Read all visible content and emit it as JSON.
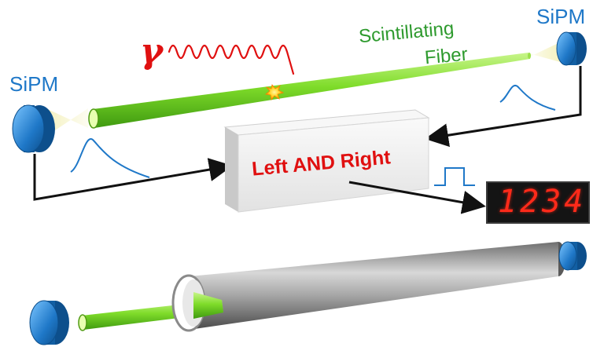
{
  "labels": {
    "sipm_left": "SiPM",
    "sipm_right": "SiPM",
    "fiber_line1": "Scintillating",
    "fiber_line2": "Fiber",
    "gamma": "γ",
    "logic_box": "Left AND Right",
    "counter": "1234"
  },
  "colors": {
    "sipm": "#1f78c8",
    "fiber": "#7fdc2a",
    "fiber_label": "#2e9a2e",
    "gamma": "#e01010",
    "logic_text": "#e01010",
    "counter_digits": "#ff2a1a",
    "counter_bg": "#141414",
    "tube": "#8a8a8a"
  },
  "icons": {
    "gamma_wave": "wavy-line",
    "flash": "scintillation-flash",
    "pulse_left": "analog-pulse",
    "pulse_right": "analog-pulse",
    "logic_output": "square-pulse",
    "counter": "seven-segment-display"
  }
}
